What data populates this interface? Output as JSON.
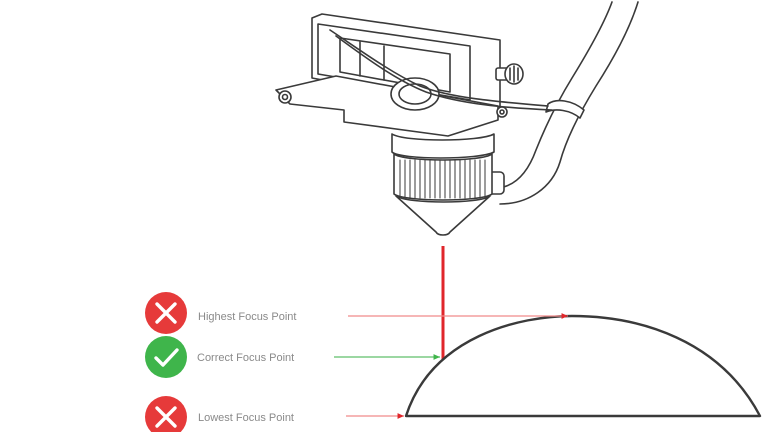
{
  "labels": {
    "highest": "Highest Focus Point",
    "correct": "Correct Focus Point",
    "lowest": "Lowest Focus Point"
  },
  "icons": {
    "highest": "x-mark-icon",
    "correct": "check-mark-icon",
    "lowest": "x-mark-icon"
  },
  "colors": {
    "error": "#e63a3a",
    "ok": "#3fb54b",
    "beam": "#e0262b",
    "pointer_red": "#f08a8a",
    "pointer_green": "#5fbf6a",
    "outline": "#3a3a3a",
    "label_text": "#8a8a8a"
  }
}
